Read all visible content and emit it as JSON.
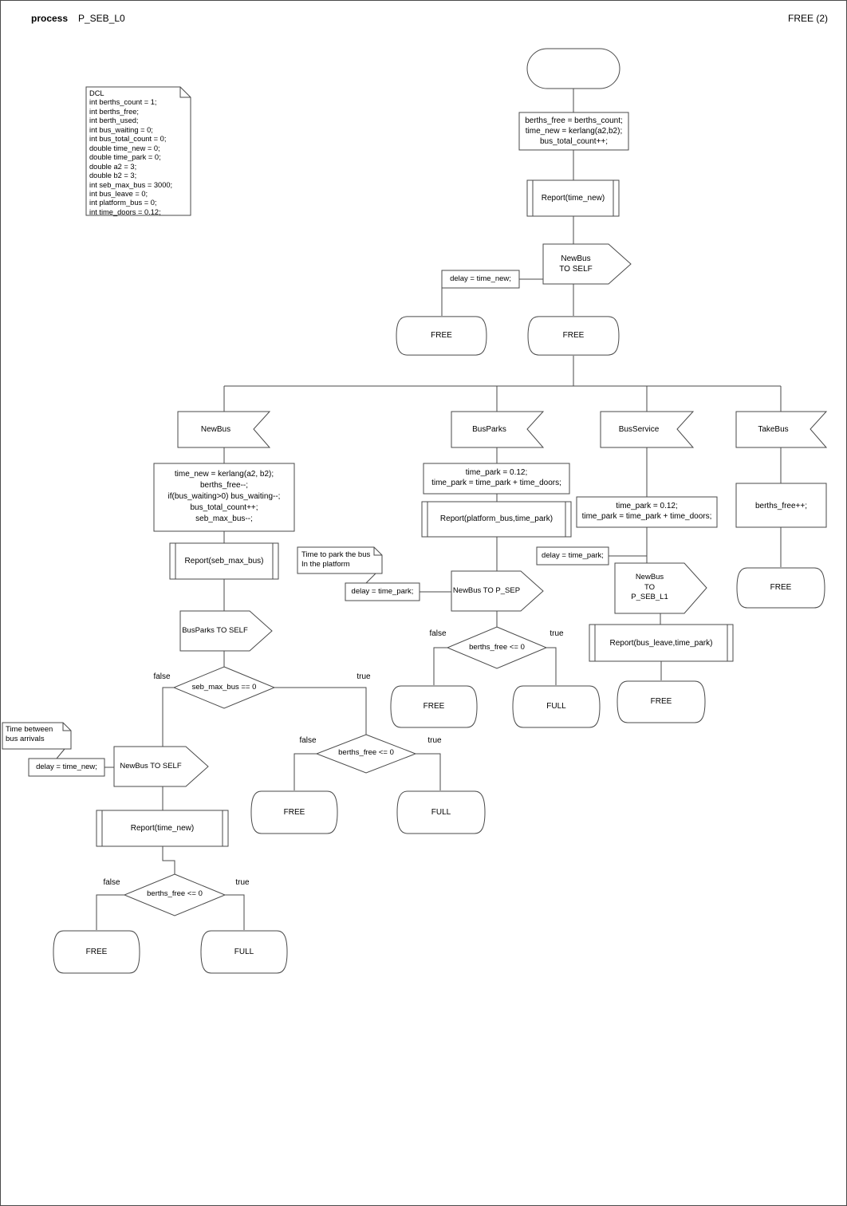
{
  "header": {
    "process_label": "process",
    "process_name": "P_SEB_L0",
    "page_state": "FREE (2)"
  },
  "dcl": "DCL\nint berths_count = 1;\nint berths_free;\nint berth_used;\nint bus_waiting = 0;\nint bus_total_count = 0;\ndouble time_new = 0;\ndouble time_park = 0;\ndouble a2 = 3;\ndouble b2 = 3;\nint seb_max_bus = 3000;\nint bus_leave = 0;\nint platform_bus = 0;\nint time_doors = 0.12;",
  "labels": {
    "false": "false",
    "true": "true"
  },
  "start_flow": {
    "init": "berths_free = berths_count;\ntime_new = kerlang(a2,b2);\nbus_total_count++;",
    "report": "Report(time_new)",
    "output": "NewBus\nTO SELF",
    "delay": "delay = time_new;",
    "state_left": "FREE",
    "state_right": "FREE"
  },
  "newbus": {
    "input": "NewBus",
    "task": "time_new = kerlang(a2, b2);\nberths_free--;\nif(bus_waiting>0) bus_waiting--;\nbus_total_count++;\nseb_max_bus--;",
    "report": "Report(seb_max_bus)",
    "output": "BusParks TO SELF",
    "decision": "seb_max_bus == 0",
    "comment": "Time between\nbus arrivals",
    "delay": "delay = time_new;",
    "output2": "NewBus TO SELF",
    "report2": "Report(time_new)",
    "decision_false_branch": {
      "decision": "berths_free <= 0",
      "state_false": "FREE",
      "state_true": "FULL"
    },
    "decision_true_branch": {
      "decision": "berths_free <= 0",
      "state_false": "FREE",
      "state_true": "FULL"
    }
  },
  "busparks": {
    "input": "BusParks",
    "task": "time_park = 0.12;\ntime_park = time_park + time_doors;",
    "report": "Report(platform_bus,time_park)",
    "comment": "Time to park the bus\nIn the platform",
    "delay": "delay = time_park;",
    "output": "NewBus TO P_SEP",
    "decision": "berths_free <= 0",
    "state_false": "FREE",
    "state_true": "FULL"
  },
  "busservice": {
    "input": "BusService",
    "task": "time_park = 0.12;\ntime_park = time_park + time_doors;",
    "delay": "delay = time_park;",
    "output": "NewBus\nTO\nP_SEB_L1",
    "report": "Report(bus_leave,time_park)",
    "state": "FREE"
  },
  "takebus": {
    "input": "TakeBus",
    "task": "berths_free++;",
    "state": "FREE"
  }
}
